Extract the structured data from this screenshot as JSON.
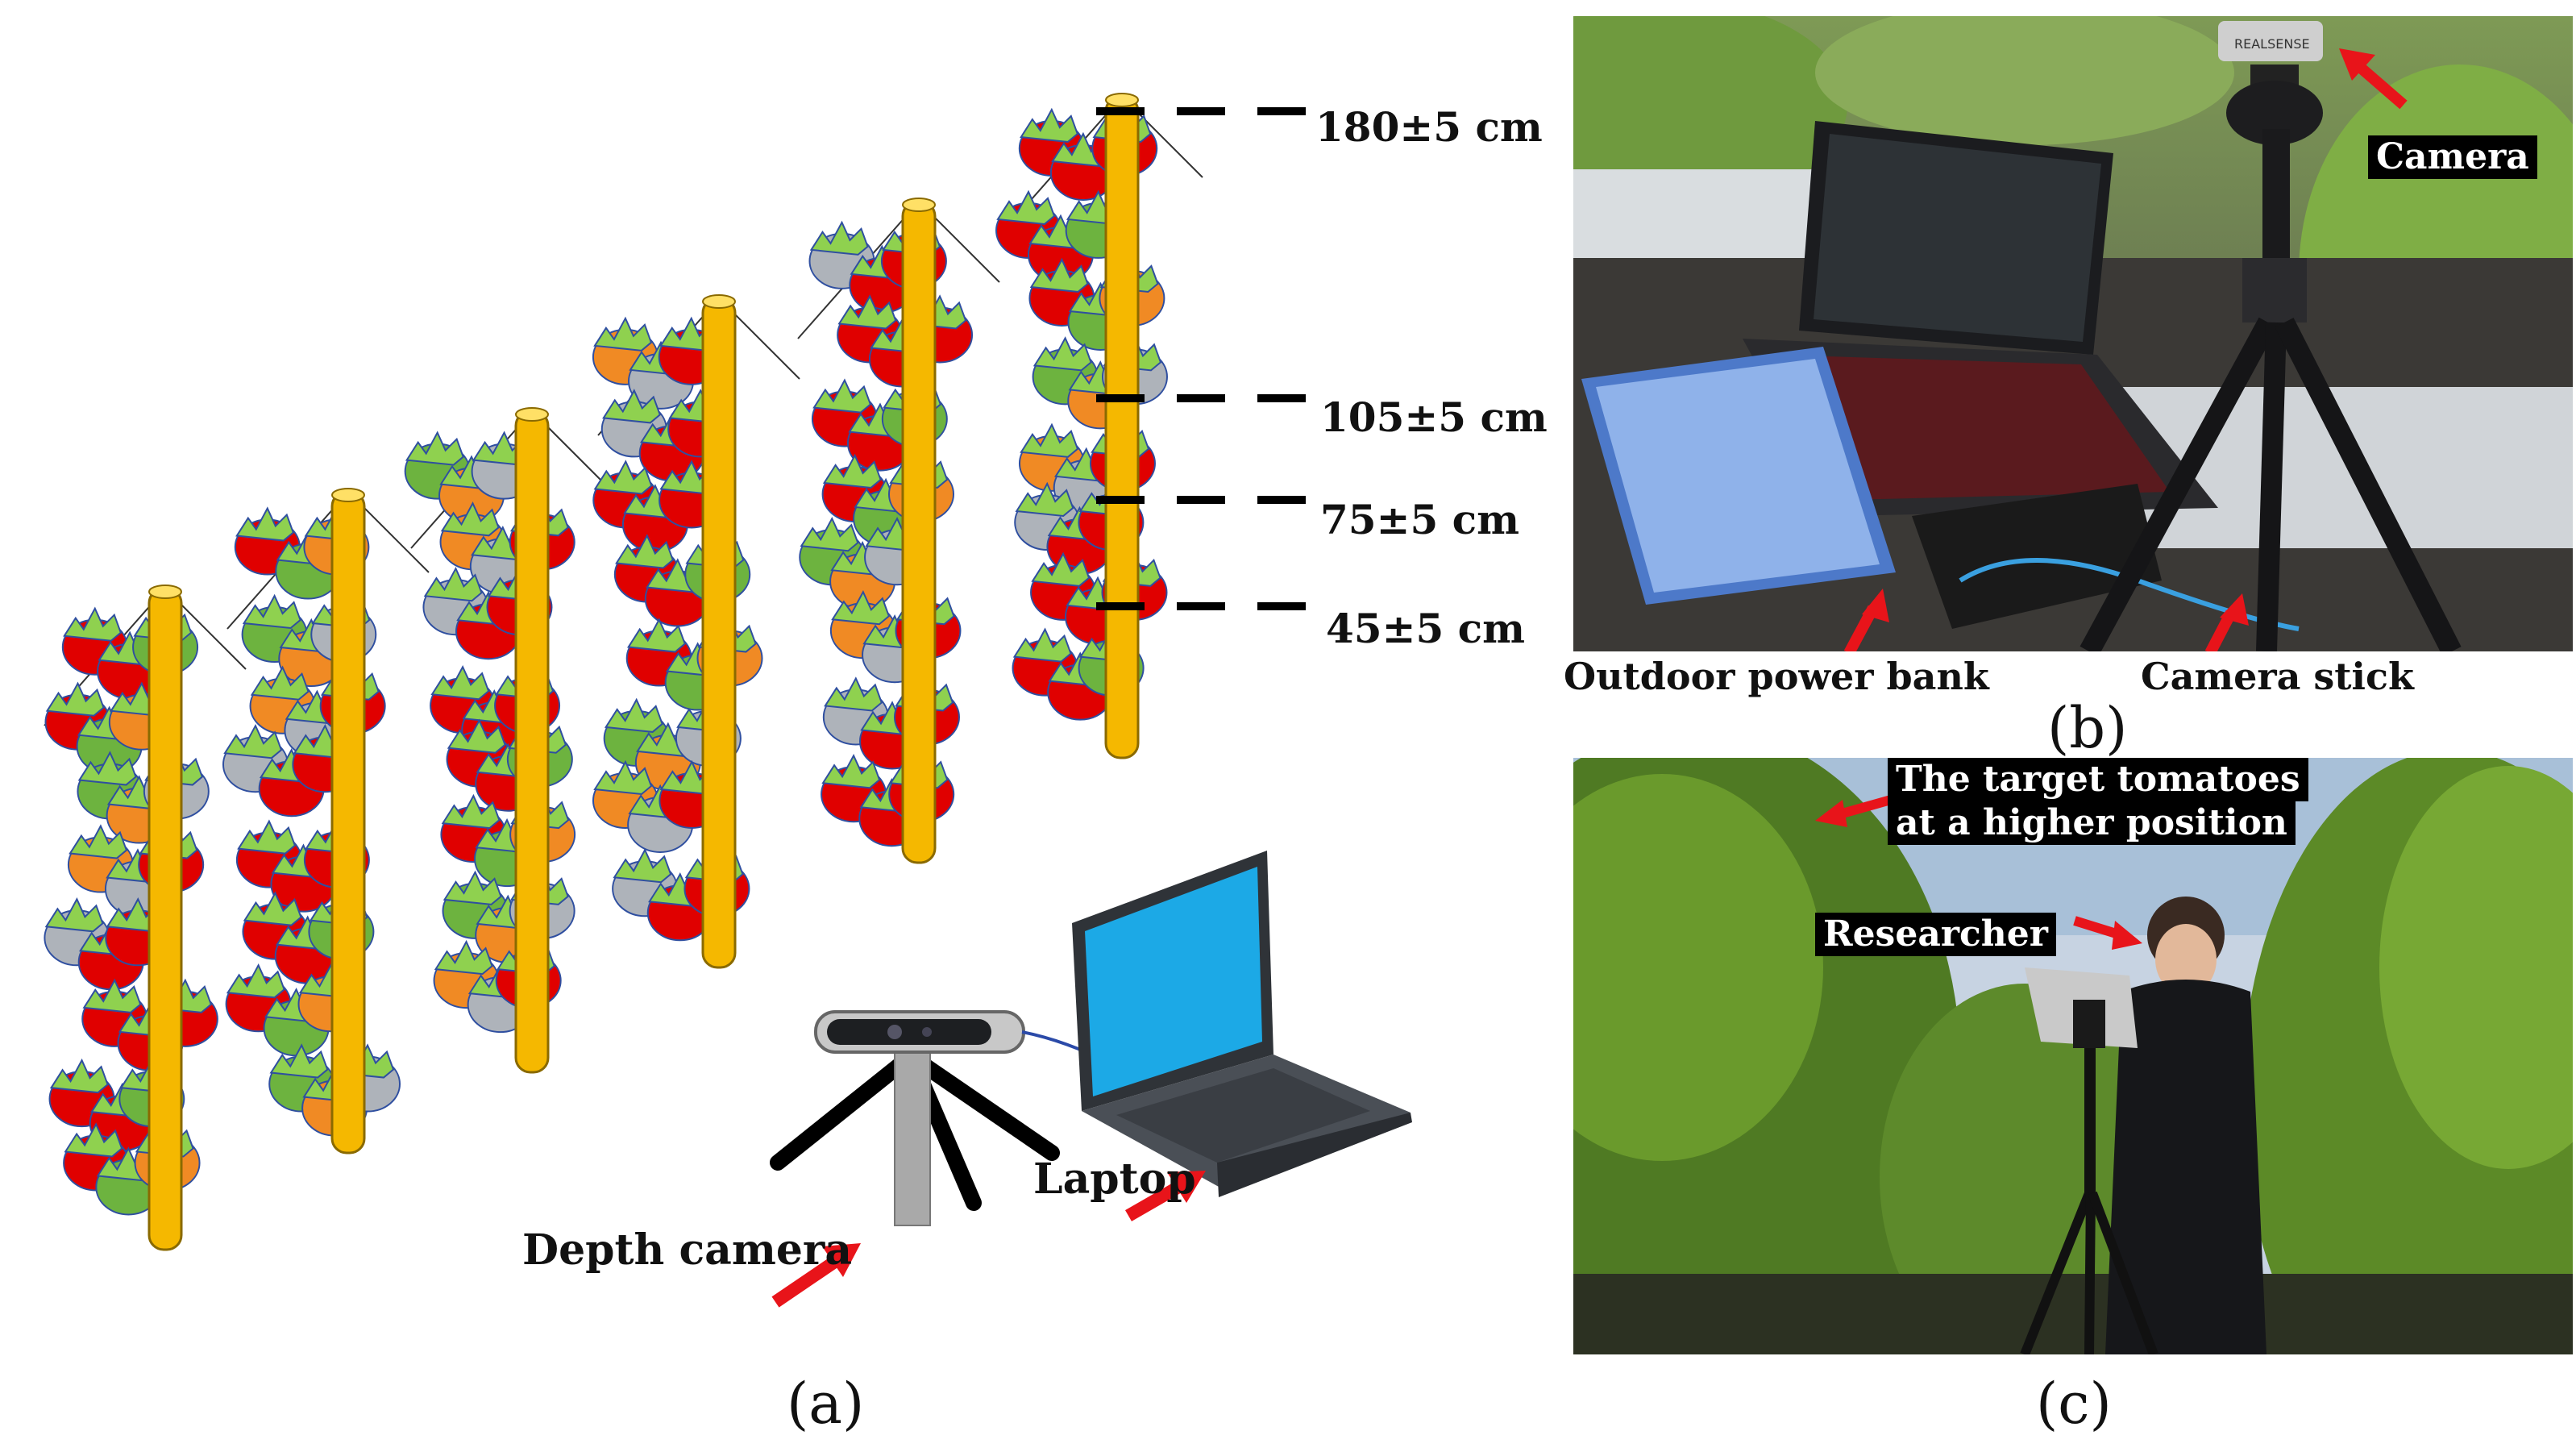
{
  "panels": {
    "a": {
      "label": "(a)"
    },
    "b": {
      "label": "(b)"
    },
    "c": {
      "label": "(c)"
    }
  },
  "heights": [
    {
      "text": "180±5 cm"
    },
    {
      "text": "105±5 cm"
    },
    {
      "text": "75±5 cm"
    },
    {
      "text": "45±5 cm"
    }
  ],
  "schematic": {
    "depth_camera_label": "Depth camera",
    "laptop_label": "Laptop"
  },
  "photo_b": {
    "camera_label": "Camera",
    "power_bank_label": "Outdoor power bank",
    "camera_stick_label": "Camera stick",
    "camera_brand_text": "REALSENSE"
  },
  "photo_c": {
    "target_label_line1": "The target tomatoes",
    "target_label_line2": "at a higher position",
    "researcher_label": "Researcher"
  },
  "colors": {
    "pole": "#F5B800",
    "pole_stroke": "#8a6a00",
    "leaf": "#8FD14F",
    "leaf_stroke": "#2f4fa0",
    "tomato_red": "#E00000",
    "tomato_green": "#6DB33F",
    "tomato_orange": "#F08A24",
    "tomato_grey": "#AEB3BA",
    "arrow_red": "#E8141A",
    "screen_blue": "#1CA9E6"
  }
}
